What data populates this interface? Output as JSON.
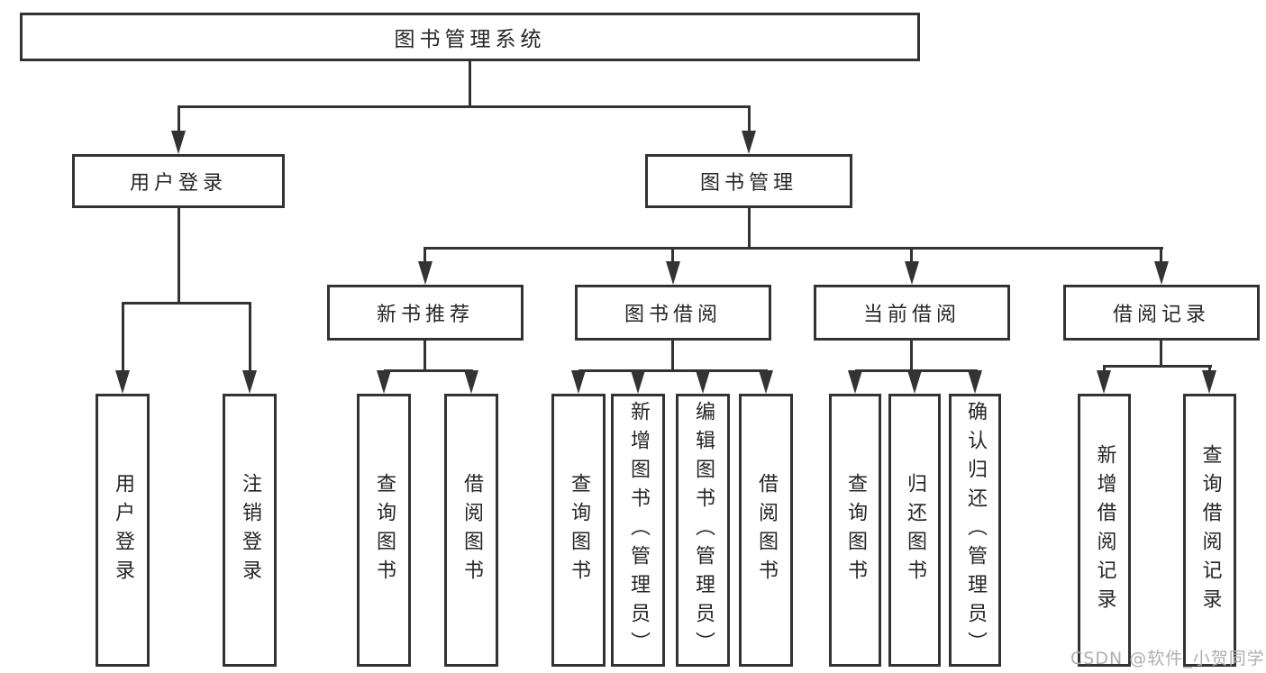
{
  "tree": {
    "root": "图书管理系统",
    "level1": [
      {
        "label": "用户登录",
        "leaves": [
          "用户登录",
          "注销登录"
        ]
      },
      {
        "label": "图书管理",
        "children": [
          {
            "label": "新书推荐",
            "leaves": [
              "查询图书",
              "借阅图书"
            ]
          },
          {
            "label": "图书借阅",
            "leaves": [
              "查询图书",
              "新增图书（管理员）",
              "编辑图书（管理员）",
              "借阅图书"
            ]
          },
          {
            "label": "当前借阅",
            "leaves": [
              "查询图书",
              "归还图书",
              "确认归还（管理员）"
            ]
          },
          {
            "label": "借阅记录",
            "leaves": [
              "新增借阅记录",
              "查询借阅记录"
            ]
          }
        ]
      }
    ]
  },
  "watermark": {
    "text": "CSDN @软件_小贺同学"
  },
  "colors": {
    "line": "#333333",
    "ink": "#262626",
    "watermark": "#b3adad",
    "bg": "#ffffff"
  }
}
